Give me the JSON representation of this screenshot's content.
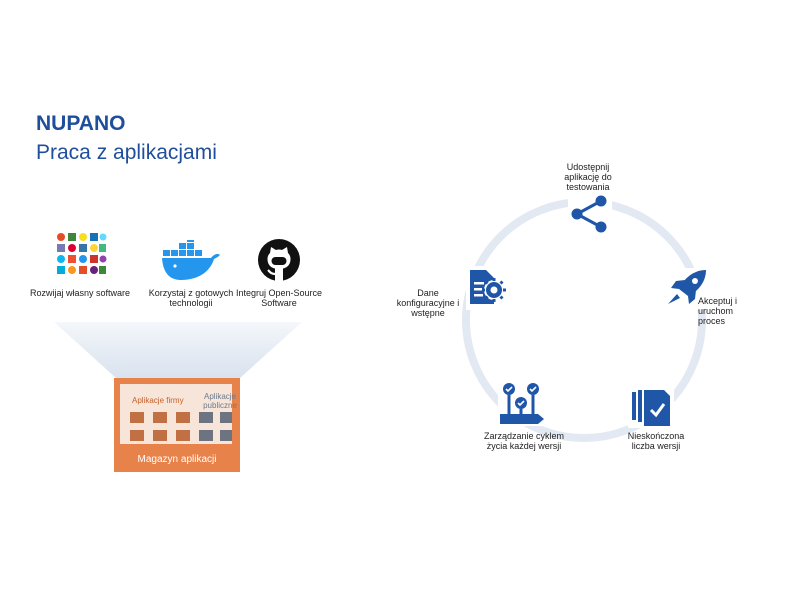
{
  "header": {
    "brand": "NUPANO",
    "subtitle": "Praca z aplikacjami"
  },
  "sources": [
    {
      "icon": "tech-logos-collage-icon",
      "label": "Rozwijaj własny software"
    },
    {
      "icon": "docker-whale-icon",
      "label": "Korzystaj z gotowych technologii"
    },
    {
      "icon": "github-octocat-icon",
      "label": "Integruj Open-Source Software"
    }
  ],
  "store": {
    "title": "Magazyn aplikacji",
    "company_label": "Aplikacje firmy",
    "public_label": "Aplikacje publiczne"
  },
  "cycle": {
    "share": {
      "icon": "share-icon",
      "label": "Udostępnij aplikację do testowania"
    },
    "accept": {
      "icon": "rocket-icon",
      "label": "Akceptuj i uruchom proces"
    },
    "versions": {
      "icon": "documents-check-icon",
      "label": "Nieskończona liczba wersji"
    },
    "lifecycle": {
      "icon": "lifecycle-checkmarks-icon",
      "label": "Zarządzanie cyklem życia każdej wersji"
    },
    "config": {
      "icon": "config-document-gear-icon",
      "label": "Dane konfiguracyjne i wstępne"
    }
  },
  "colors": {
    "brand": "#1f4e9c",
    "icon_blue": "#1f56a8",
    "ring": "#e3e9f2",
    "store_orange": "#e7824b",
    "company_tile": "#c07043",
    "public_tile": "#6b7480"
  }
}
